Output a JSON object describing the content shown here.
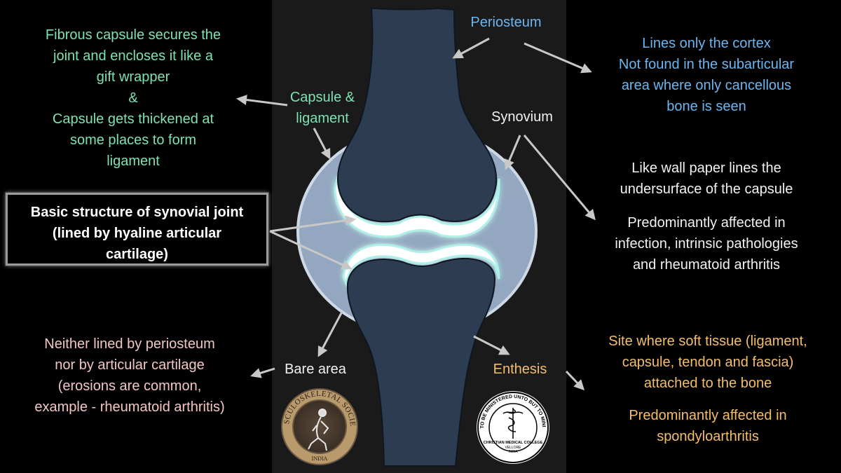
{
  "labels": {
    "capsule": [
      "Capsule &",
      "ligament"
    ],
    "periosteum": "Periosteum",
    "synovium": "Synovium",
    "bare_area": "Bare area",
    "enthesis": "Enthesis"
  },
  "notes": {
    "fibrous_capsule": [
      "Fibrous capsule secures the",
      "joint and encloses it like a",
      "gift wrapper",
      "&",
      "Capsule gets thickened at",
      "some places to form",
      "ligament"
    ],
    "periosteum": [
      "Lines only the cortex",
      "Not found in the subarticular",
      "area where only cancellous",
      "bone is seen"
    ],
    "synovium": [
      "Like wall paper lines the",
      "undersurface of the capsule",
      "",
      "Predominantly affected in",
      "infection, intrinsic pathologies",
      "and rheumatoid arthritis"
    ],
    "bare_area": [
      "Neither lined by periosteum",
      "nor by articular cartilage",
      "(erosions are common,",
      "example - rheumatoid arthritis)"
    ],
    "enthesis": [
      "Site where soft tissue (ligament,",
      "capsule, tendon and fascia)",
      "attached to the bone",
      "",
      "Predominantly affected in",
      "spondyloarthritis"
    ]
  },
  "title_box": [
    "Basic structure of synovial joint",
    "(lined by hyaline articular",
    "cartilage)"
  ],
  "logos": {
    "msk_society": {
      "ring_text": "MUSCULOSKELETAL SOCIETY",
      "bottom_text": "INDIA"
    },
    "cmc": {
      "ring_text": "NOT TO BE MINISTERED UNTO BUT TO MINISTER",
      "name": "CHRISTIAN MEDICAL COLLEGE",
      "city": "VELLORE",
      "country": "INDIA"
    }
  },
  "colors": {
    "capsule_text": "#7ee2b2",
    "periosteum_text": "#6cb6f0",
    "synovium_text": "#f2f2f2",
    "bare_area_text": "#f3c6c6",
    "enthesis_text": "#f4be6a",
    "bone": "#2c3d52",
    "capsule_fill": "#93a8c0",
    "cartilage": "#ffffff",
    "panel": "#1a1a1a"
  }
}
